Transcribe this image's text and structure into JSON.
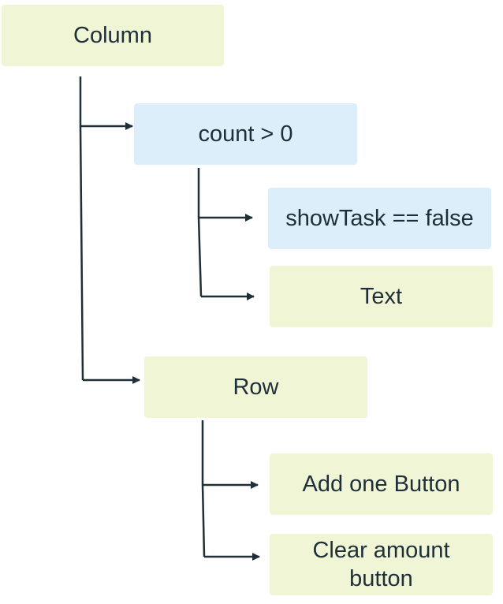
{
  "diagram": {
    "nodes": [
      {
        "id": "column",
        "label": "Column",
        "color": "#f0f5d6"
      },
      {
        "id": "count",
        "label": "count > 0",
        "color": "#ddeefb"
      },
      {
        "id": "show",
        "label": "showTask == false",
        "color": "#ddeefb"
      },
      {
        "id": "text",
        "label": "Text",
        "color": "#f0f5d6"
      },
      {
        "id": "row",
        "label": "Row",
        "color": "#f0f5d6"
      },
      {
        "id": "add",
        "label": "Add one Button",
        "color": "#f0f5d6"
      },
      {
        "id": "clear",
        "label_lines": [
          "Clear amount",
          "button"
        ],
        "color": "#f0f5d6"
      }
    ],
    "edges": [
      {
        "from": "column",
        "to": "count"
      },
      {
        "from": "column",
        "to": "row"
      },
      {
        "from": "count",
        "to": "show"
      },
      {
        "from": "count",
        "to": "text"
      },
      {
        "from": "row",
        "to": "add"
      },
      {
        "from": "row",
        "to": "clear"
      }
    ],
    "line_color": "#1f2f38"
  }
}
